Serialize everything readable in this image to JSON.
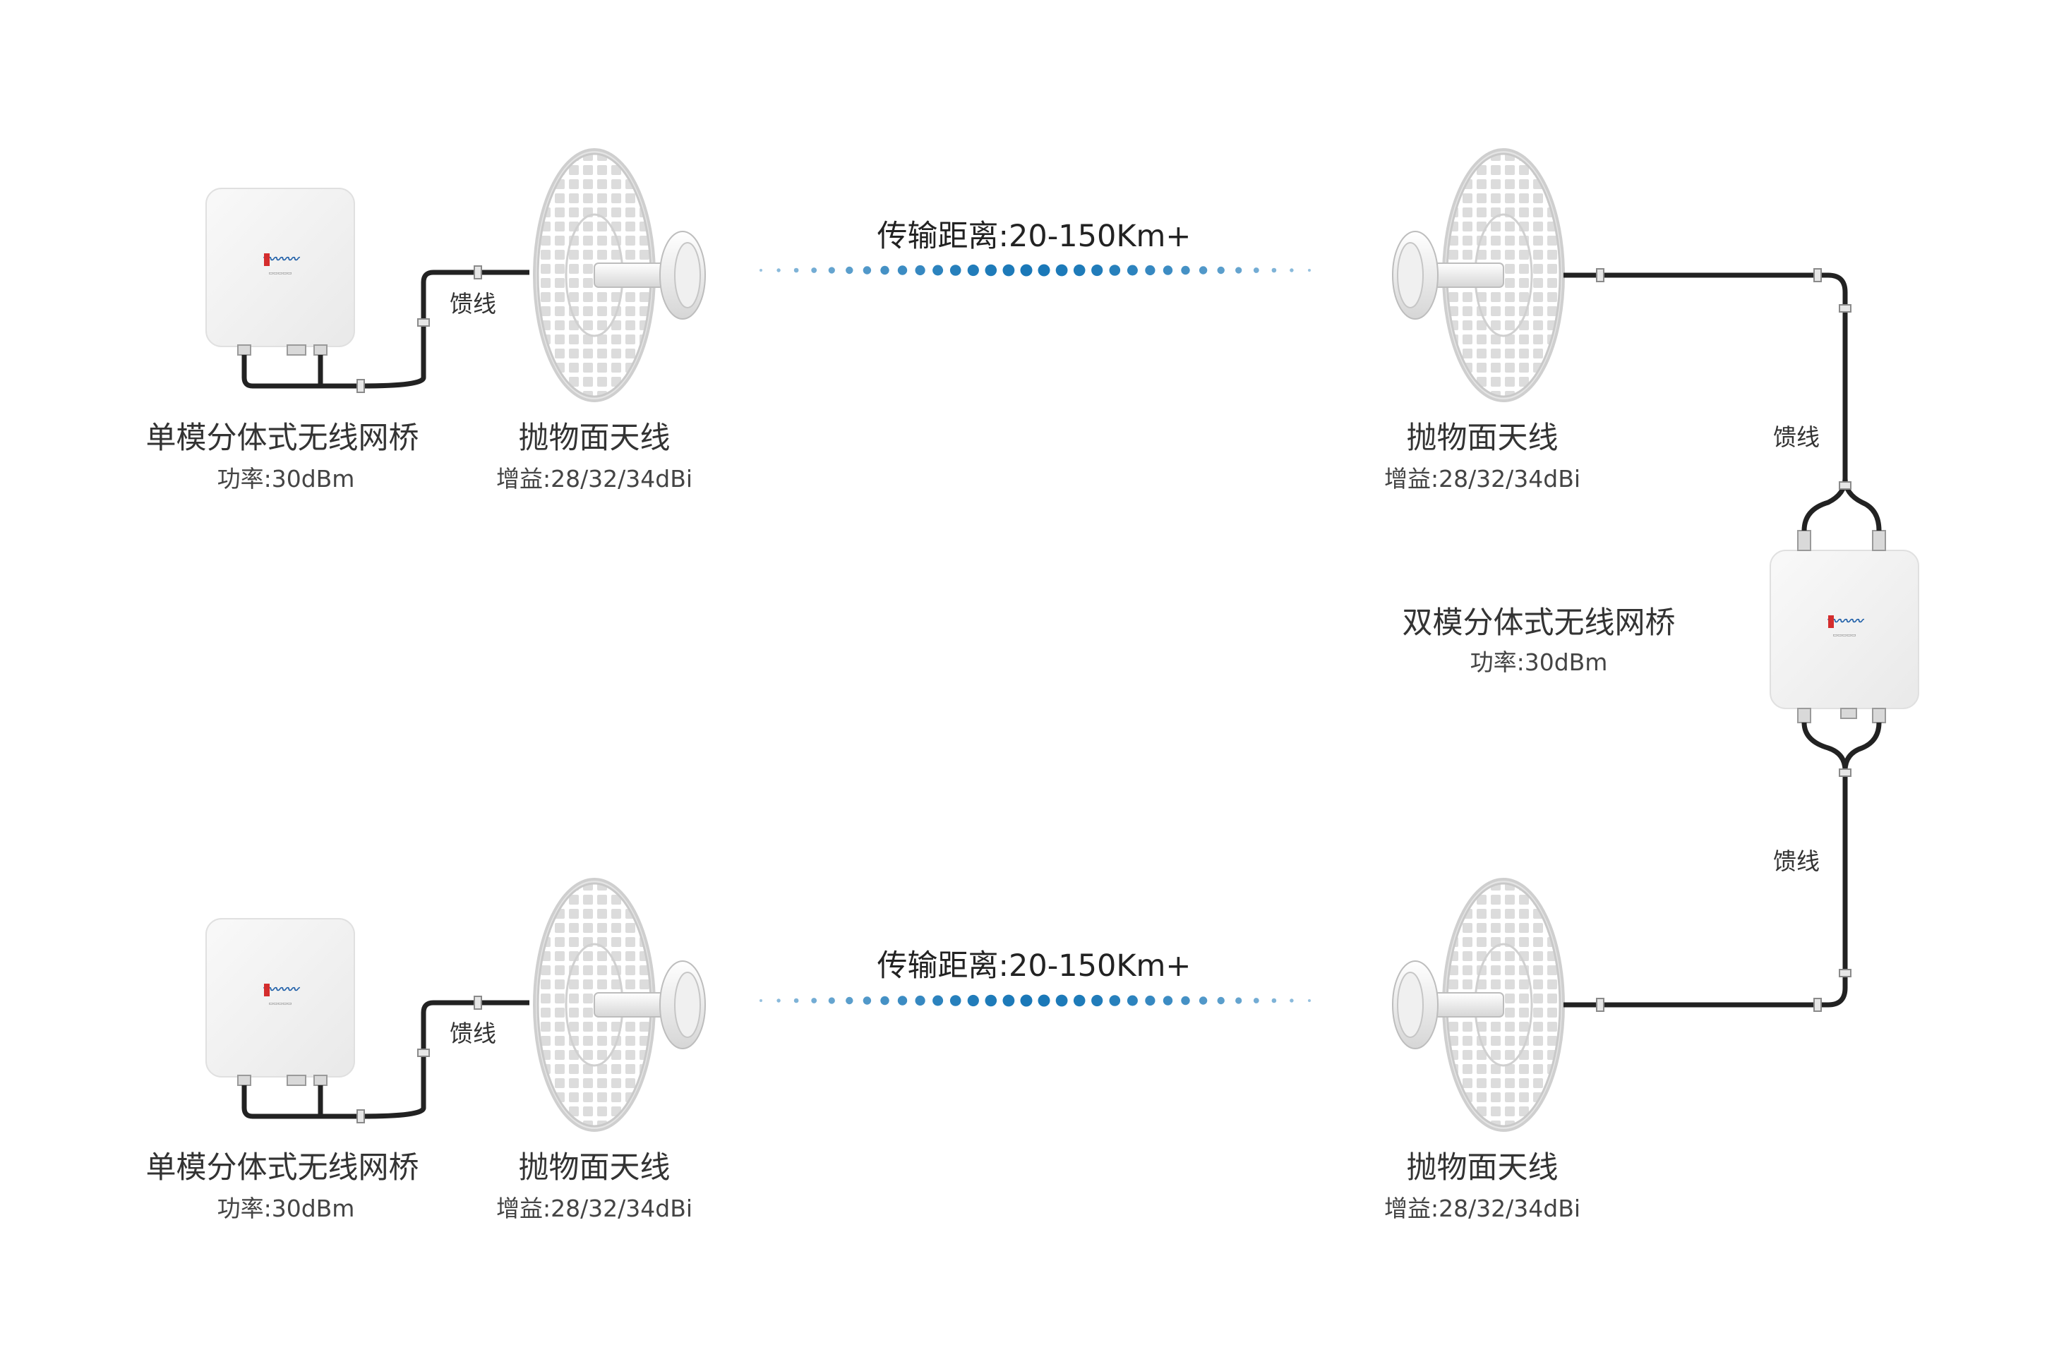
{
  "link_distance": "传输距离:20-150Km+",
  "feeder_label": "馈线",
  "devices": {
    "single_bridge": {
      "name": "单模分体式无线网桥",
      "spec": "功率:30dBm"
    },
    "dual_bridge": {
      "name": "双模分体式无线网桥",
      "spec": "功率:30dBm"
    },
    "antenna": {
      "name": "抛物面天线",
      "spec": "增益:28/32/34dBi"
    }
  },
  "colors": {
    "signal_dot": "#1a78b8",
    "cable": "#222222",
    "device_body": "#f3f3f3",
    "dish": "#ececec"
  },
  "icons": [
    "bridge-unit-icon",
    "parabolic-grid-antenna-icon",
    "signal-dots-icon"
  ]
}
